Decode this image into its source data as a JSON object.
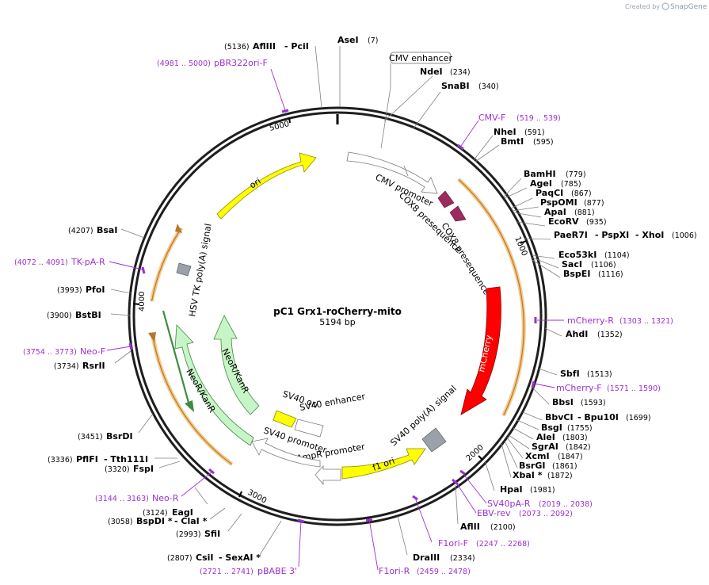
{
  "credit": {
    "prefix": "Created by",
    "brand": "SnapGene"
  },
  "plasmid": {
    "name": "pC1 Grx1-roCherry-mito",
    "size_label": "5194 bp"
  },
  "ticks": [
    "1000",
    "2000",
    "3000",
    "4000",
    "5000"
  ],
  "boxed_feature": "CMV enhancer",
  "features": {
    "ori": "ori",
    "cmv_promoter": "CMV promoter",
    "cox8_1": "COX8 presequence",
    "cox8_2": "COX8 presequence",
    "mcherry": "mCherry",
    "sv40_polya": "SV40 poly(A) signal",
    "f1_ori": "f1 ori",
    "ampr_promoter": "AmpR promoter",
    "sv40_promoter": "SV40 promoter",
    "sv40_enhancer": "SV40 enhancer",
    "sv40_ori": "SV40 ori",
    "neokan_inner": "NeoR/KanR",
    "neokan_outer": "NeoR/KanR",
    "hsv_tk": "HSV TK poly(A) signal"
  },
  "enzymes": {
    "e01": {
      "name": "AseI",
      "pos": "(7)"
    },
    "e02": {
      "name": "NdeI",
      "pos": "(234)"
    },
    "e03": {
      "name": "SnaBI",
      "pos": "(340)"
    },
    "e04": {
      "name": "NheI",
      "pos": "(591)"
    },
    "e05": {
      "name": "BmtI",
      "pos": "(595)"
    },
    "e06": {
      "name": "BamHI",
      "pos": "(779)"
    },
    "e07": {
      "name": "AgeI",
      "pos": "(785)"
    },
    "e08": {
      "name": "PaqCI",
      "pos": "(867)"
    },
    "e09": {
      "name": "PspOMI",
      "pos": "(877)"
    },
    "e10": {
      "name": "ApaI",
      "pos": "(881)"
    },
    "e11": {
      "name": "EcoRV",
      "pos": "(935)"
    },
    "e12": {
      "name": "PaeR7I",
      "extra": "- PspXI",
      "extra2": "- XhoI",
      "pos": "(1006)"
    },
    "e13": {
      "name": "Eco53kI",
      "pos": "(1104)"
    },
    "e14": {
      "name": "SacI",
      "pos": "(1106)"
    },
    "e15": {
      "name": "BspEI",
      "pos": "(1116)"
    },
    "e16": {
      "name": "AhdI",
      "pos": "(1352)"
    },
    "e17": {
      "name": "SbfI",
      "pos": "(1513)"
    },
    "e18": {
      "name": "BbsI",
      "pos": "(1593)"
    },
    "e19": {
      "name": "BbvCI",
      "extra": "- Bpu10I",
      "pos": "(1699)"
    },
    "e20": {
      "name": "BsgI",
      "pos": "(1755)"
    },
    "e21": {
      "name": "AleI",
      "pos": "(1803)"
    },
    "e22": {
      "name": "SgrAI",
      "pos": "(1842)"
    },
    "e23": {
      "name": "XcmI",
      "pos": "(1847)"
    },
    "e24": {
      "name": "BsrGI",
      "pos": "(1861)"
    },
    "e25": {
      "name": "XbaI *",
      "pos": "(1872)"
    },
    "e26": {
      "name": "HpaI",
      "pos": "(1981)"
    },
    "e27": {
      "name": "AflII",
      "pos": "(2100)"
    },
    "e28": {
      "name": "DraIII",
      "pos": "(2334)"
    },
    "e29": {
      "name": "CsiI",
      "extra": "- SexAI *",
      "pos": "(2807)"
    },
    "e30": {
      "name": "SfiI",
      "pos": "(2993)"
    },
    "e31": {
      "name": "BspDI *",
      "extra": "- ClaI *",
      "pos": "(3058)"
    },
    "e32": {
      "name": "EagI",
      "pos": "(3124)"
    },
    "e33": {
      "name": "FspI",
      "pos": "(3320)"
    },
    "e34": {
      "name": "PflFI",
      "extra": "- Tth111I",
      "pos": "(3336)"
    },
    "e35": {
      "name": "BsrDI",
      "pos": "(3451)"
    },
    "e36": {
      "name": "RsrII",
      "pos": "(3734)"
    },
    "e37": {
      "name": "BstBI",
      "pos": "(3900)"
    },
    "e38": {
      "name": "PfoI",
      "pos": "(3993)"
    },
    "e39": {
      "name": "BsaI",
      "pos": "(4207)"
    },
    "e40": {
      "name": "AflIII",
      "extra": "- PciI",
      "pos": "(5136)"
    }
  },
  "primers": {
    "p01": {
      "name": "pBR322ori-F",
      "range": "(4981 .. 5000)"
    },
    "p02": {
      "name": "CMV-F",
      "range": "(519 .. 539)"
    },
    "p03": {
      "name": "mCherry-R",
      "range": "(1303 .. 1321)"
    },
    "p04": {
      "name": "mCherry-F",
      "range": "(1571 .. 1590)"
    },
    "p05": {
      "name": "SV40pA-R",
      "range": "(2019 .. 2038)"
    },
    "p06": {
      "name": "EBV-rev",
      "range": "(2073 .. 2092)"
    },
    "p07": {
      "name": "F1ori-F",
      "range": "(2247 .. 2268)"
    },
    "p08": {
      "name": "F1ori-R",
      "range": "(2459 .. 2478)"
    },
    "p09": {
      "name": "pBABE 3'",
      "range": "(2721 .. 2741)"
    },
    "p10": {
      "name": "Neo-R",
      "range": "(3144 .. 3163)"
    },
    "p11": {
      "name": "Neo-F",
      "range": "(3754 .. 3773)"
    },
    "p12": {
      "name": "TK-pA-R",
      "range": "(4072 .. 4091)"
    }
  },
  "colors": {
    "backbone": "#1e1e1e",
    "ori": "#ffff00",
    "mcherry": "#ff0000",
    "cox8": "#9c2c5d",
    "neokan": "#c7f5c7",
    "polya": "#9aa1a8",
    "promoter": "#ffffff",
    "primer": "#9b30d0",
    "orf": "#f0b86a"
  }
}
